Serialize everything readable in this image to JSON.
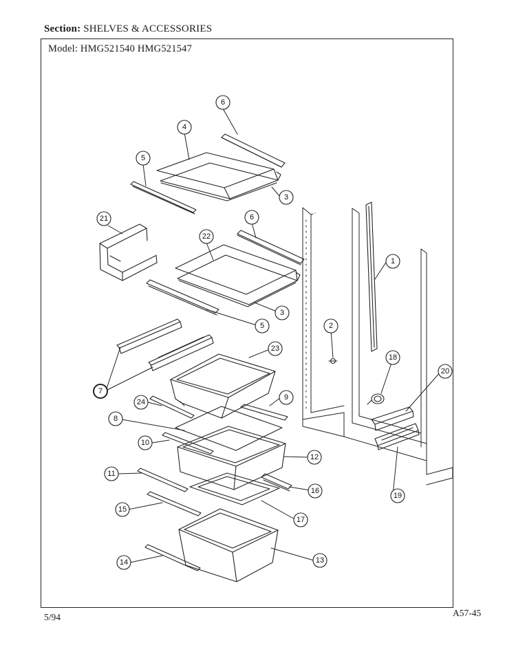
{
  "header": {
    "section_label": "Section:",
    "section_name": "SHELVES & ACCESSORIES",
    "model_label": "Model:",
    "models": "HMG521540  HMG521547"
  },
  "footer": {
    "date": "5/94",
    "page_code": "A57-45"
  },
  "callouts": [
    "1",
    "2",
    "3",
    "3",
    "4",
    "5",
    "5",
    "6",
    "6",
    "7",
    "8",
    "9",
    "10",
    "11",
    "12",
    "13",
    "14",
    "15",
    "16",
    "17",
    "18",
    "19",
    "20",
    "21",
    "22",
    "23",
    "24"
  ]
}
